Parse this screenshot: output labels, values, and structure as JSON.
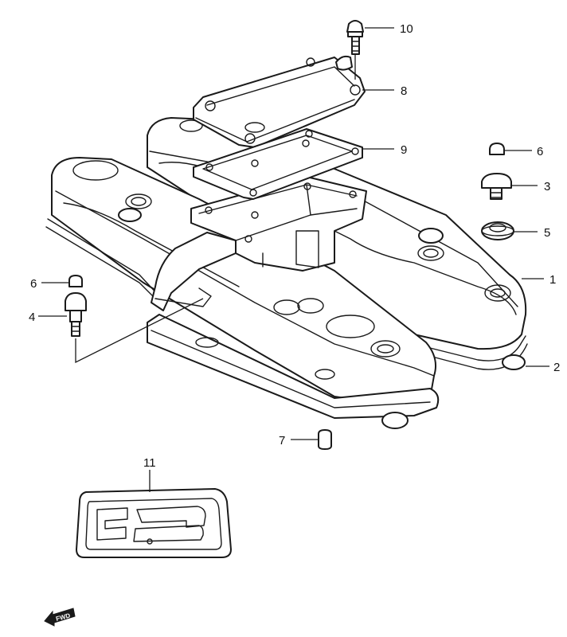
{
  "diagram": {
    "callouts": [
      "1",
      "2",
      "3",
      "4",
      "5",
      "6",
      "6",
      "7",
      "8",
      "9",
      "10",
      "11"
    ],
    "fwd_label": "FWD",
    "colors": {
      "line": "#1a1a1a",
      "background": "#ffffff"
    }
  }
}
